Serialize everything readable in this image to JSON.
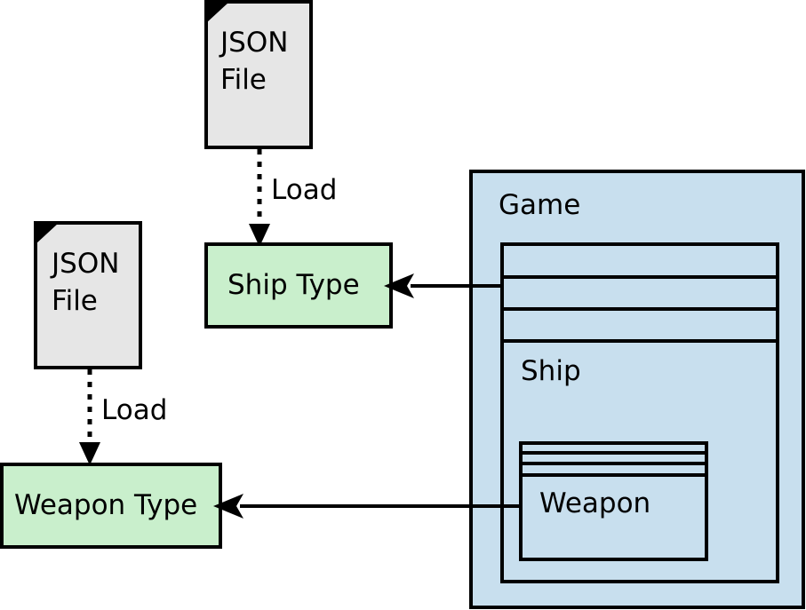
{
  "colors": {
    "file_fill": "#e6e6e6",
    "type_fill": "#c9efcc",
    "container_fill": "#c8dfee",
    "stroke": "#000000"
  },
  "files": [
    {
      "line1": "JSON",
      "line2": "File"
    },
    {
      "line1": "JSON",
      "line2": "File"
    }
  ],
  "load_labels": [
    "Load",
    "Load"
  ],
  "types": {
    "ship": "Ship Type",
    "weapon": "Weapon Type"
  },
  "containers": {
    "game": "Game",
    "ship": "Ship",
    "weapon": "Weapon"
  },
  "edges": [
    {
      "from": "json-file-ship",
      "to": "ship-type",
      "label": "Load",
      "style": "dotted"
    },
    {
      "from": "json-file-weapon",
      "to": "weapon-type",
      "label": "Load",
      "style": "dotted"
    },
    {
      "from": "ship-object",
      "to": "ship-type",
      "style": "solid"
    },
    {
      "from": "weapon-object",
      "to": "weapon-type",
      "style": "solid"
    }
  ]
}
